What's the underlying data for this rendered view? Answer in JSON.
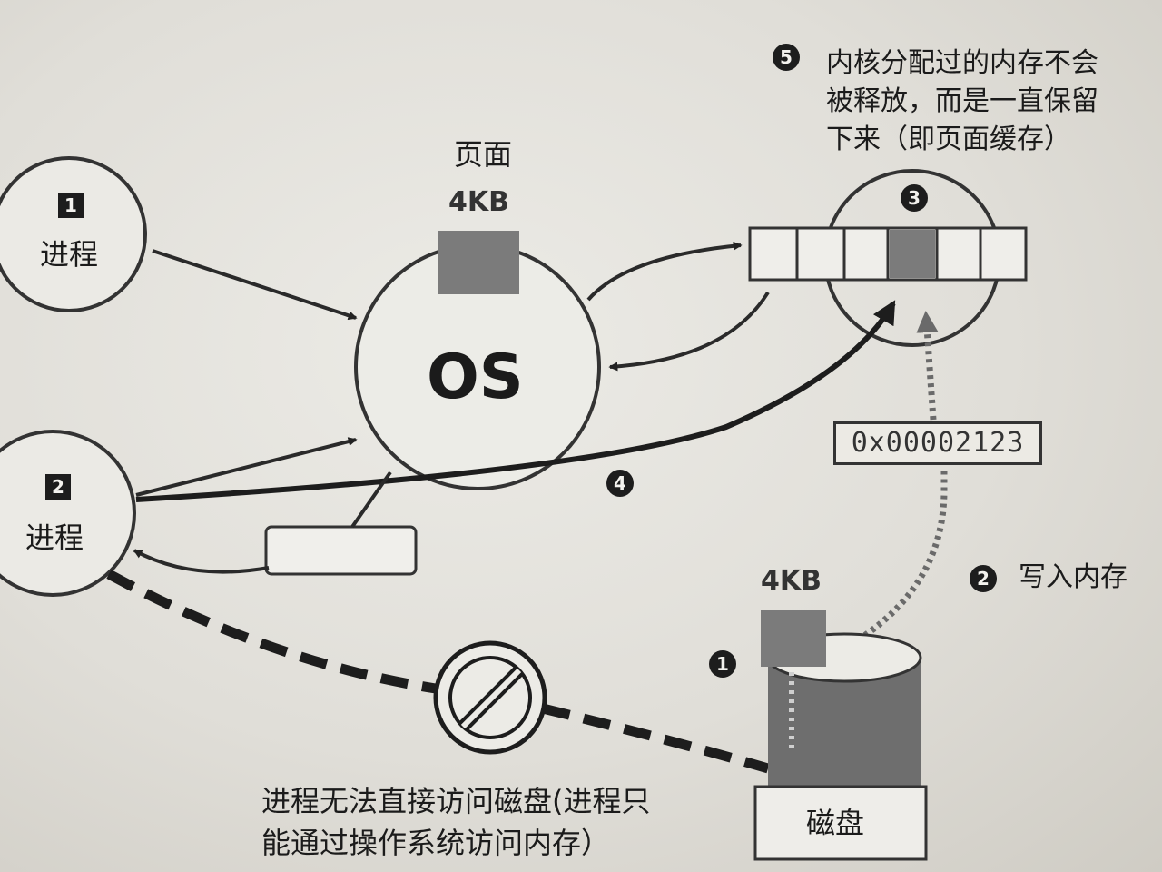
{
  "labels": {
    "process1": "进程",
    "process2": "进程",
    "os": "OS",
    "page_title": "页面",
    "page_size": "4KB",
    "disk_page_size": "4KB",
    "address": "0x00002123",
    "write_memory": "写入内存",
    "disk": "磁盘",
    "kernel_note": [
      "内核分配过的内存不会",
      "被释放，而是一直保留",
      "下来（即页面缓存）"
    ],
    "no_access_note": [
      "进程无法直接访问磁盘(进程只",
      "能通过操作系统访问内存）"
    ]
  },
  "badges": {
    "p1": "1",
    "p2": "2",
    "b1": "1",
    "b2": "2",
    "b3": "3",
    "b4": "4",
    "b5": "5"
  },
  "colors": {
    "page_block": "#7b7b7b",
    "ink": "#1d1d1d",
    "paper": "#e7e5df"
  }
}
